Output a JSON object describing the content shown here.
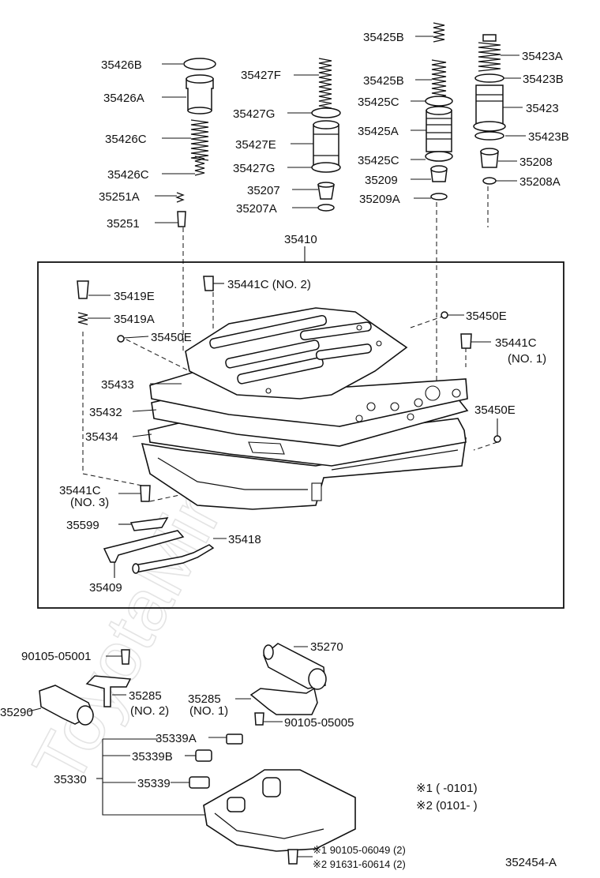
{
  "watermark": "ToyotaMine.ru",
  "labels": {
    "p35426B": "35426B",
    "p35426A": "35426A",
    "p35426C1": "35426C",
    "p35426C2": "35426C",
    "p35251A": "35251A",
    "p35251": "35251",
    "p35427F": "35427F",
    "p35427G1": "35427G",
    "p35427E": "35427E",
    "p35427G2": "35427G",
    "p35207": "35207",
    "p35207A": "35207A",
    "p35425B1": "35425B",
    "p35425B2": "35425B",
    "p35425C1": "35425C",
    "p35425A": "35425A",
    "p35425C2": "35425C",
    "p35209": "35209",
    "p35209A": "35209A",
    "p35423A": "35423A",
    "p35423B1": "35423B",
    "p35423": "35423",
    "p35423B2": "35423B",
    "p35208": "35208",
    "p35208A": "35208A",
    "p35410": "35410",
    "p35419E": "35419E",
    "p35441C_no2": "35441C (NO. 2)",
    "p35419A": "35419A",
    "p35450E1": "35450E",
    "p35450E2": "35450E",
    "p35441C_no1a": "35441C",
    "p35441C_no1b": "(NO. 1)",
    "p35433": "35433",
    "p35432": "35432",
    "p35450E3": "35450E",
    "p35434": "35434",
    "p35441C_no3a": "35441C",
    "p35441C_no3b": "(NO. 3)",
    "p35599": "35599",
    "p35418": "35418",
    "p35409": "35409",
    "p35270": "35270",
    "p90105_05001": "90105-05001",
    "p35285_no2a": "35285",
    "p35285_no2b": "(NO. 2)",
    "p35290": "35290",
    "p35285_no1a": "35285",
    "p35285_no1b": "(NO. 1)",
    "p90105_05005": "90105-05005",
    "p35339A": "35339A",
    "p35339B": "35339B",
    "p35330": "35330",
    "p35339": "35339",
    "note1": "※1 (       -0101)",
    "note2": "※2 (0101-        )",
    "bolt1": "※1 90105-06049 (2)",
    "bolt2": "※2 91631-60614 (2)",
    "diagram_id": "352454-A"
  }
}
